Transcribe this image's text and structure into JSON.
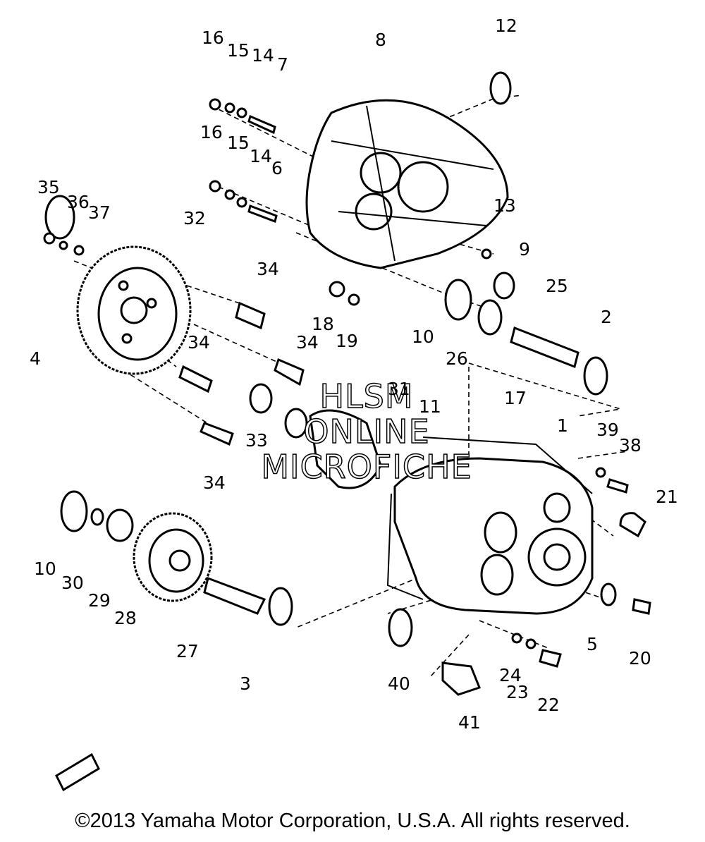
{
  "callouts": [
    "16",
    "15",
    "14",
    "7",
    "8",
    "12",
    "16",
    "15",
    "14",
    "6",
    "13",
    "35",
    "36",
    "37",
    "32",
    "9",
    "4",
    "34",
    "18",
    "19",
    "10",
    "25",
    "2",
    "34",
    "34",
    "26",
    "31",
    "11",
    "33",
    "17",
    "1",
    "39",
    "38",
    "34",
    "21",
    "10",
    "30",
    "29",
    "28",
    "27",
    "3",
    "40",
    "41",
    "5",
    "20",
    "24",
    "23",
    "22"
  ],
  "watermark": [
    "HLSM",
    "ONLINE",
    "MICROFICHE"
  ],
  "copyright": "©2013 Yamaha Motor Corporation, U.S.A. All rights reserved."
}
